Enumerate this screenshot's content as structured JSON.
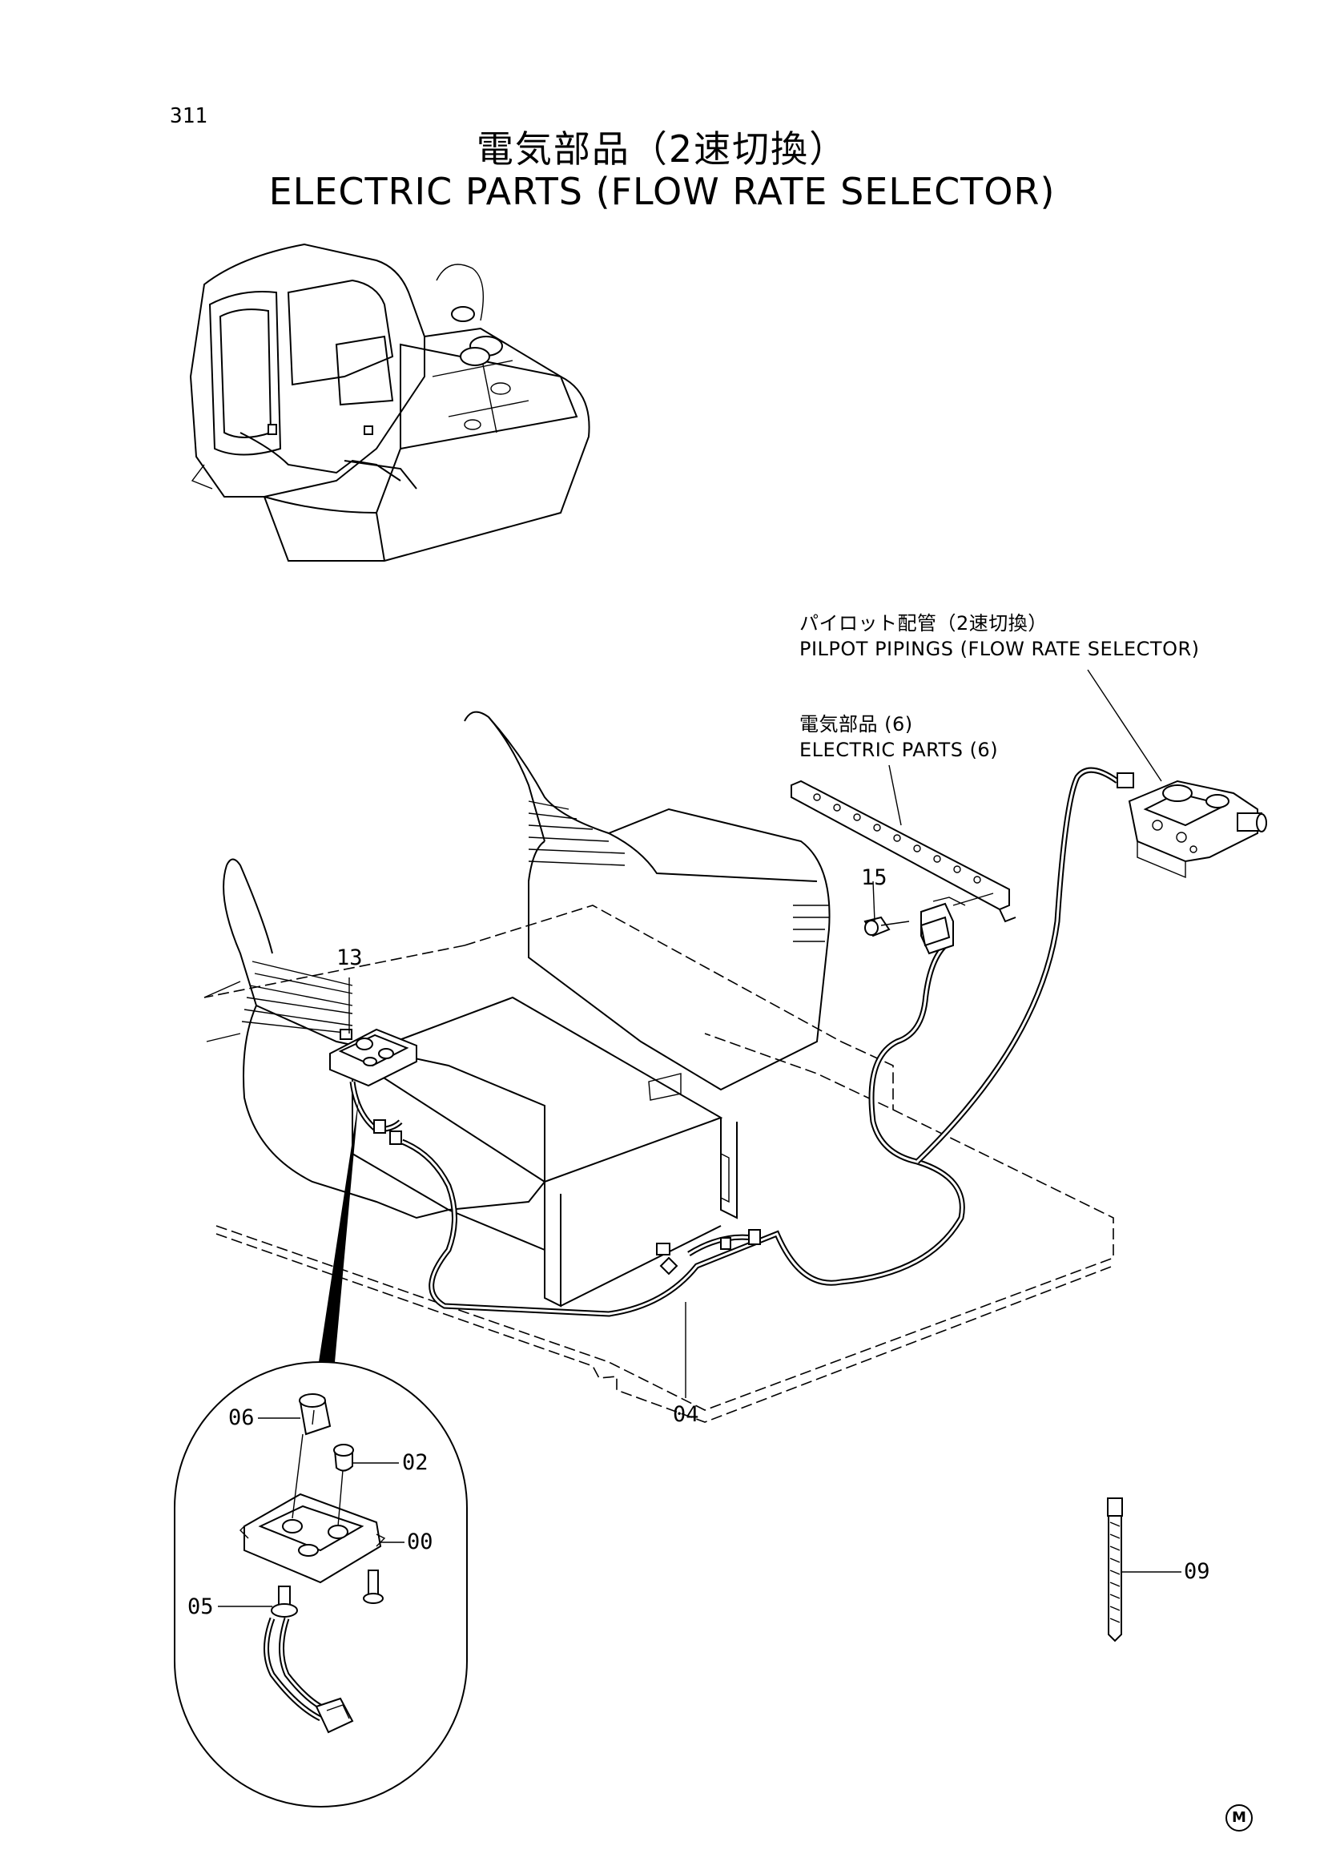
{
  "page": {
    "number": "311",
    "title_jp": "電気部品（2速切換）",
    "title_en": "ELECTRIC PARTS (FLOW RATE SELECTOR)"
  },
  "callouts": {
    "pilot_jp": "パイロット配管（2速切換）",
    "pilot_en": "PILPOT PIPINGS (FLOW RATE SELECTOR)",
    "elec_jp": "電気部品 (6)",
    "elec_en": "ELECTRIC PARTS (6)"
  },
  "part_numbers": {
    "p15": "15",
    "p13": "13",
    "p04": "04",
    "p06": "06",
    "p02": "02",
    "p00": "00",
    "p05": "05",
    "p09": "09"
  },
  "footer": {
    "mark": "M"
  }
}
